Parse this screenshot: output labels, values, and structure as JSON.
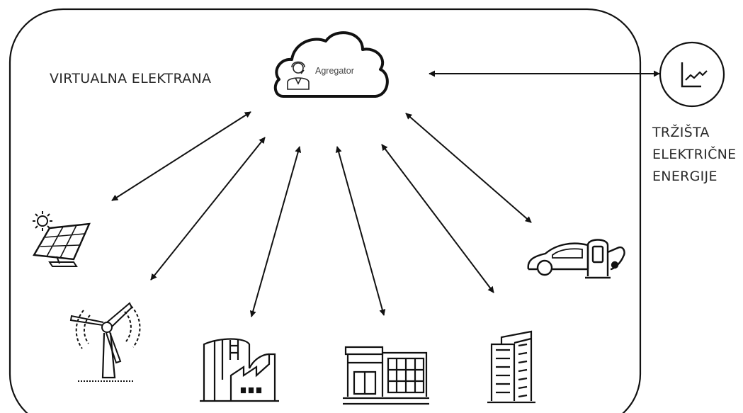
{
  "title": "VIRTUALNA ELEKTRANA",
  "aggregator": {
    "label": "Agregator",
    "icon": "cloud-with-person-icon"
  },
  "market": {
    "lines": [
      "TRŽIŠTA",
      "ELEKTRIČNE",
      "ENERGIJE"
    ],
    "icon": "trend-chart-icon"
  },
  "nodes": [
    {
      "id": "solar",
      "icon": "solar-panel-icon"
    },
    {
      "id": "wind",
      "icon": "wind-turbine-icon"
    },
    {
      "id": "industry",
      "icon": "factory-icon"
    },
    {
      "id": "commercial",
      "icon": "commercial-building-icon"
    },
    {
      "id": "residential",
      "icon": "apartment-tower-icon"
    },
    {
      "id": "ev",
      "icon": "electric-car-charger-icon"
    }
  ],
  "connection_style": "bidirectional-arrow"
}
